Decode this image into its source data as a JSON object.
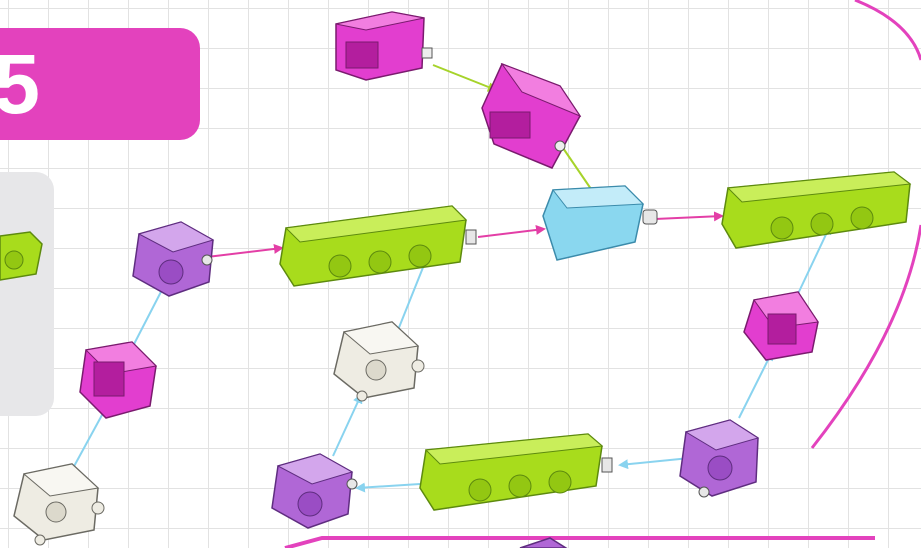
{
  "banner": {
    "label": "5",
    "color": "#e342bd"
  },
  "colors": {
    "magenta": "#e23ecf",
    "purple": "#b067d6",
    "green": "#a8dc1c",
    "cyan": "#8ad7ef",
    "white_cube": "#eeece3",
    "arrow_pink": "#e33ea6",
    "arrow_blue": "#89d3ef",
    "arrow_green": "#a6d32a"
  },
  "pieces": [
    "magenta-cube",
    "magenta-cube",
    "cyan-connector",
    "green-brick",
    "green-brick",
    "green-brick",
    "purple-cube",
    "purple-cube",
    "purple-cube",
    "white-cube",
    "white-cube",
    "magenta-cube",
    "magenta-cube"
  ]
}
